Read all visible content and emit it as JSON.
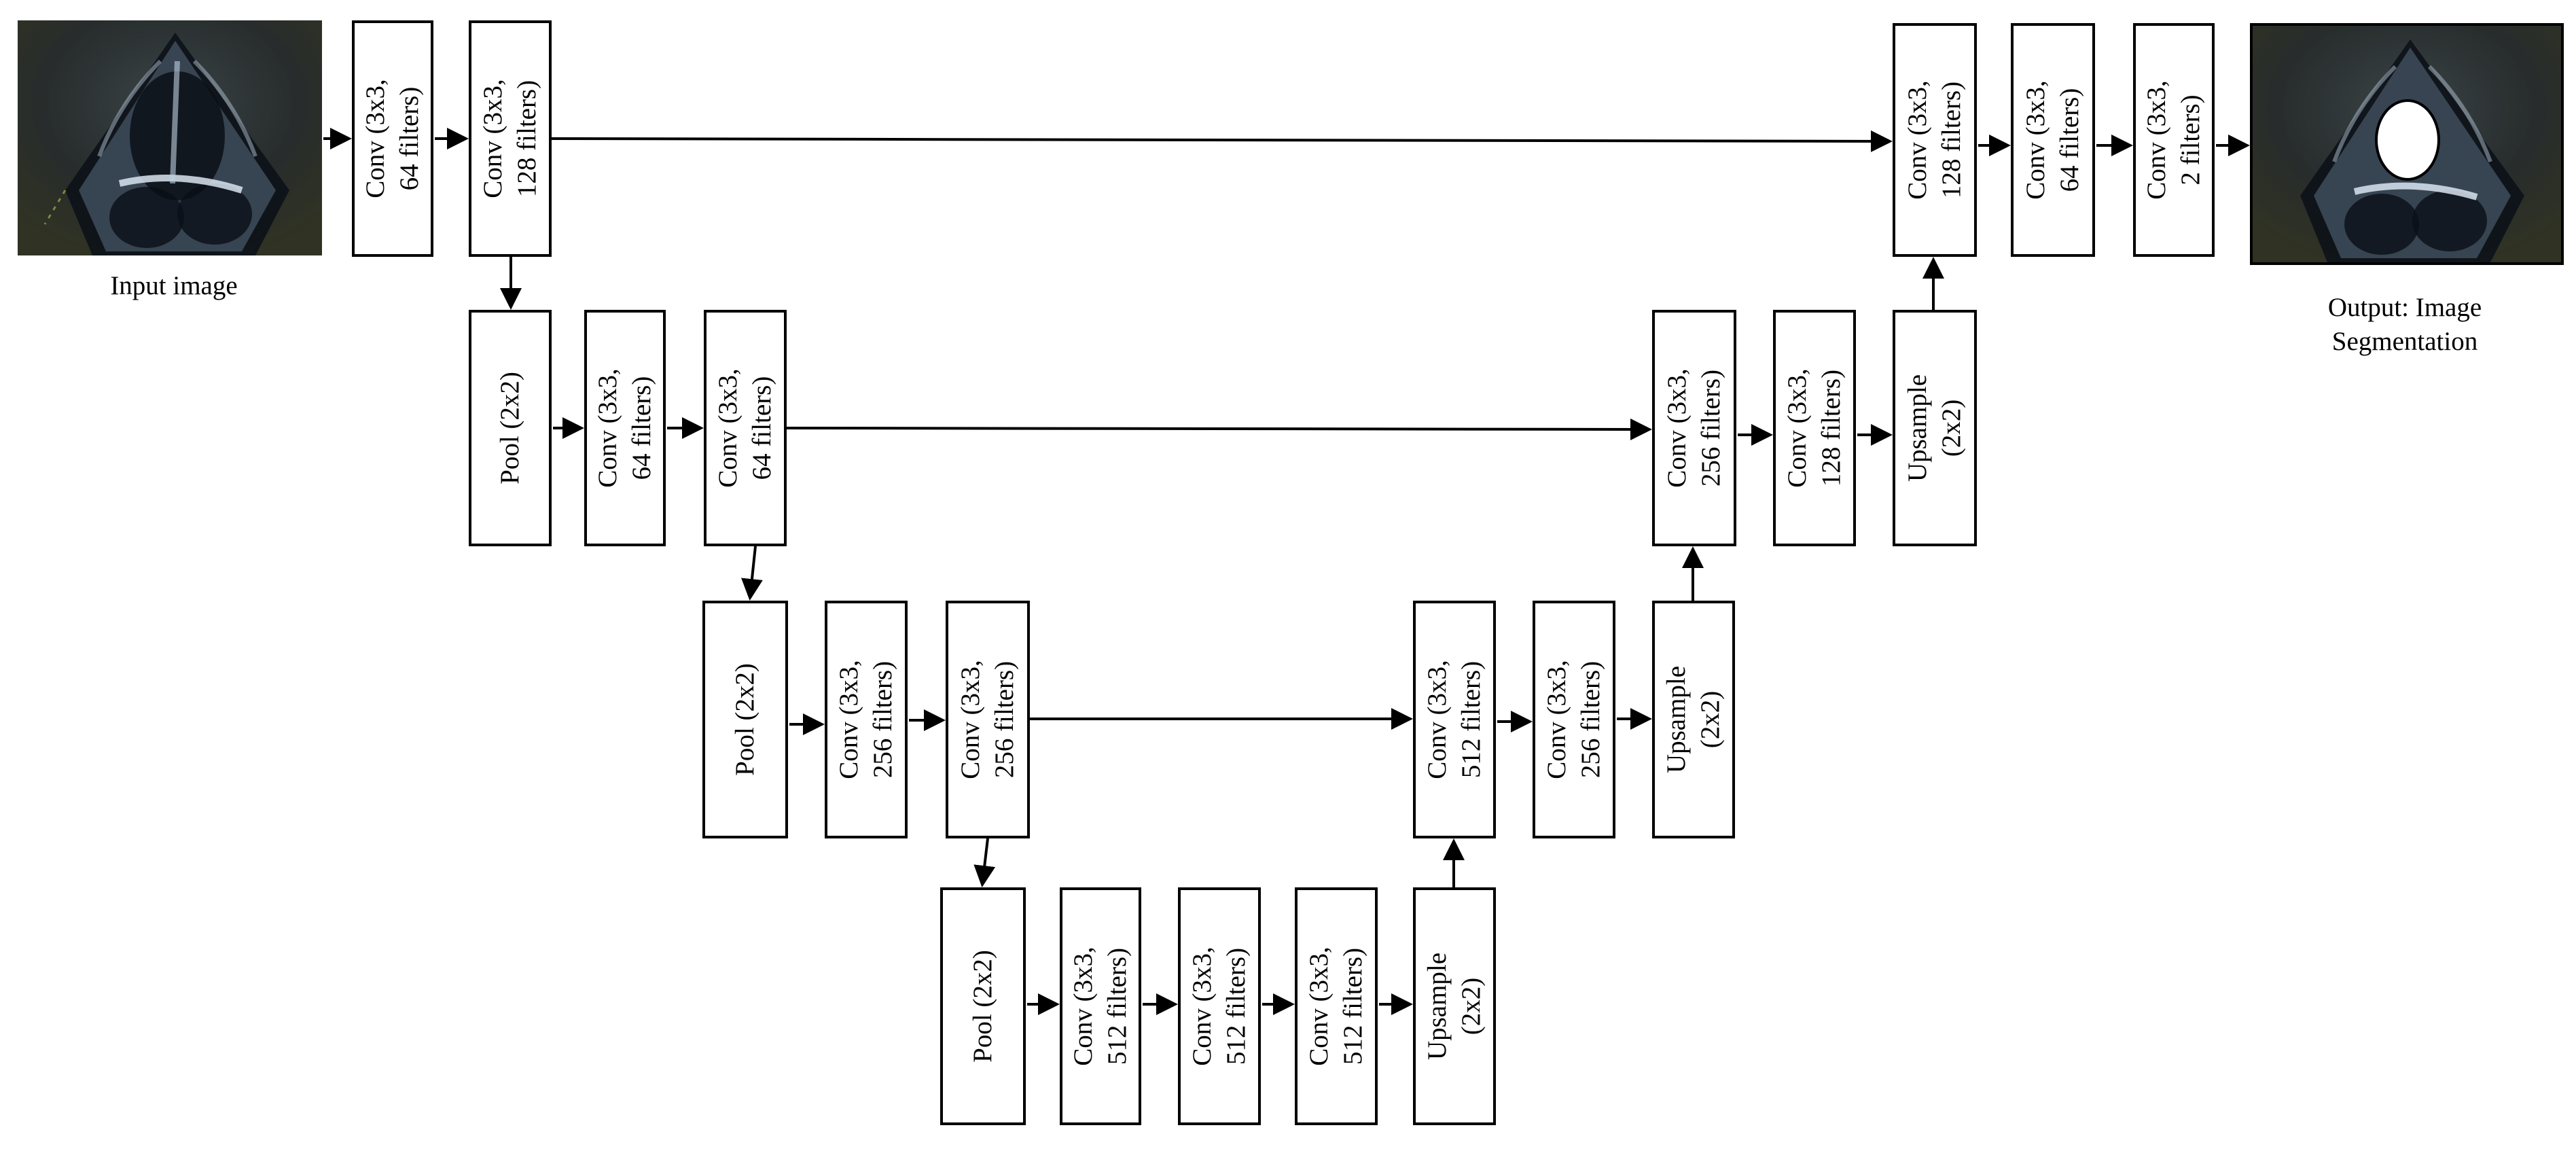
{
  "input_caption": "Input image",
  "output_caption_line1": "Output:  Image",
  "output_caption_line2": "Segmentation",
  "blocks": {
    "enc1_conv1": {
      "line1": "Conv (3x3,",
      "line2": "64 filters)"
    },
    "enc1_conv2": {
      "line1": "Conv (3x3,",
      "line2": "128 filters)"
    },
    "enc2_pool": {
      "line1": "Pool (2x2)",
      "line2": ""
    },
    "enc2_conv1": {
      "line1": "Conv (3x3,",
      "line2": "64 filters)"
    },
    "enc2_conv2": {
      "line1": "Conv (3x3,",
      "line2": "64 filters)"
    },
    "enc3_pool": {
      "line1": "Pool (2x2)",
      "line2": ""
    },
    "enc3_conv1": {
      "line1": "Conv (3x3,",
      "line2": "256 filters)"
    },
    "enc3_conv2": {
      "line1": "Conv (3x3,",
      "line2": "256 filters)"
    },
    "bot_pool": {
      "line1": "Pool (2x2)",
      "line2": ""
    },
    "bot_conv1": {
      "line1": "Conv (3x3,",
      "line2": "512 filters)"
    },
    "bot_conv2": {
      "line1": "Conv (3x3,",
      "line2": "512 filters)"
    },
    "bot_conv3": {
      "line1": "Conv (3x3,",
      "line2": "512 filters)"
    },
    "bot_up": {
      "line1": "Upsample",
      "line2": "(2x2)"
    },
    "dec3_conv1": {
      "line1": "Conv (3x3,",
      "line2": "512 filters)"
    },
    "dec3_conv2": {
      "line1": "Conv (3x3,",
      "line2": "256 filters)"
    },
    "dec3_up": {
      "line1": "Upsample",
      "line2": "(2x2)"
    },
    "dec2_conv1": {
      "line1": "Conv (3x3,",
      "line2": "256 filters)"
    },
    "dec2_conv2": {
      "line1": "Conv (3x3,",
      "line2": "128 filters)"
    },
    "dec2_up": {
      "line1": "Upsample",
      "line2": "(2x2)"
    },
    "dec1_conv1": {
      "line1": "Conv (3x3,",
      "line2": "128 filters)"
    },
    "dec1_conv2": {
      "line1": "Conv (3x3,",
      "line2": "64 filters)"
    },
    "dec1_conv3": {
      "line1": "Conv (3x3,",
      "line2": "2 filters)"
    }
  }
}
